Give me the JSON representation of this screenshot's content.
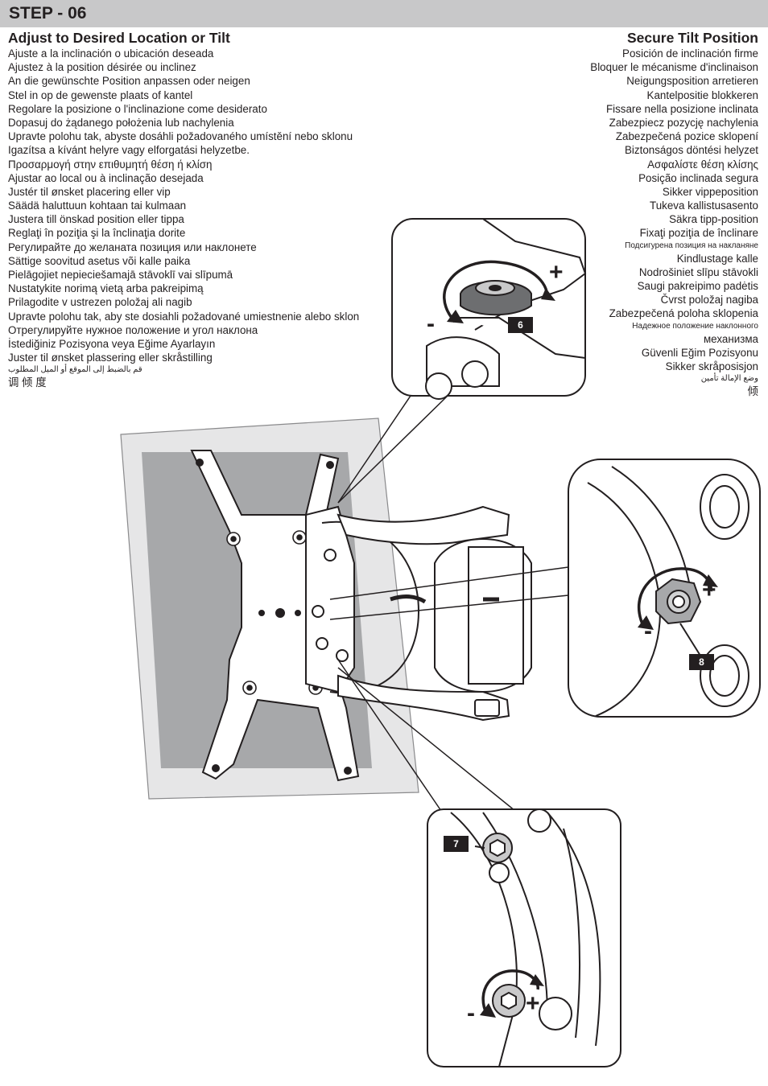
{
  "header": {
    "title": "STEP - 06",
    "bg_color": "#c8c8c9"
  },
  "left": {
    "heading": "Adjust to Desired Location or Tilt",
    "lines": [
      "Ajuste a la inclinación o ubicación deseada",
      "Ajustez à la position désirée ou inclinez",
      "An die gewünschte Position anpassen oder neigen",
      "Stel in op de gewenste plaats of kantel",
      "Regolare la posizione o l'inclinazione come desiderato",
      "Dopasuj do żądanego położenia lub nachylenia",
      "Upravte polohu tak, abyste dosáhli požadovaného umístění nebo sklonu",
      "Igazítsa a kívánt helyre vagy elforgatási helyzetbe.",
      "Προσαρμογή στην επιθυμητή θέση ή κλίση",
      "Ajustar ao local ou à inclinação  desejada",
      "Justér til ønsket placering eller vip",
      "Säädä haluttuun kohtaan tai kulmaan",
      "Justera till önskad position eller tippa",
      "Reglaţi în poziţia şi la înclinaţia dorite",
      "Регулирайте до желаната позиция или наклонете",
      "Sättige soovitud asetus või kalle paika",
      "Pielāgojiet nepieciešamajā stāvoklī vai slīpumā",
      "Nustatykite norimą vietą arba pakreipimą",
      "Prilagodite v ustrezen položaj ali nagib",
      "Upravte polohu tak, aby ste dosiahli požadované umiestnenie alebo sklon",
      "Отрегулируйте нужное положение и угол наклона",
      "İstediğiniz Pozisyona veya Eğime Ayarlayın",
      "Juster til ønsket plassering eller skråstilling",
      "قم بالضبط إلى الموقع أو الميل المطلوب",
      "调                    倾    度"
    ]
  },
  "right": {
    "heading": "Secure Tilt Position",
    "lines": [
      "Posición de inclinación firme",
      "Bloquer le mécanisme d'inclinaison",
      "Neigungsposition arretieren",
      "Kantelpositie blokkeren",
      "Fissare nella posizione inclinata",
      "Zabezpiecz pozycję nachylenia",
      "Zabezpečená pozice sklopení",
      "Biztonságos döntési helyzet",
      "Ασφαλίστε θέση κλίσης",
      "Posição inclinada segura",
      "Sikker vippeposition",
      "Tukeva kallistusasento",
      "Säkra tipp-position",
      "Fixaţi poziţia de înclinare",
      "Подсигурена позиция на накланяне",
      "Kindlustage kalle",
      "Nodrošiniet slīpu stāvokli",
      "Saugi pakreipimo padėtis",
      "Čvrst položaj nagiba",
      "Zabezpečená poloha sklopenia",
      "Надежное положение наклонного",
      "механизма",
      "Güvenli Eğim Pozisyonu",
      "Sikker skråposisjon",
      "وضع الإمالة تأمين",
      "倾"
    ]
  },
  "callouts": {
    "c6": "6",
    "c7": "7",
    "c8": "8"
  },
  "signs": {
    "plus": "+",
    "minus": "-"
  },
  "icons": [
    "tilt-arrow-icon",
    "knob-icon",
    "nut-icon",
    "bolt-icon"
  ]
}
